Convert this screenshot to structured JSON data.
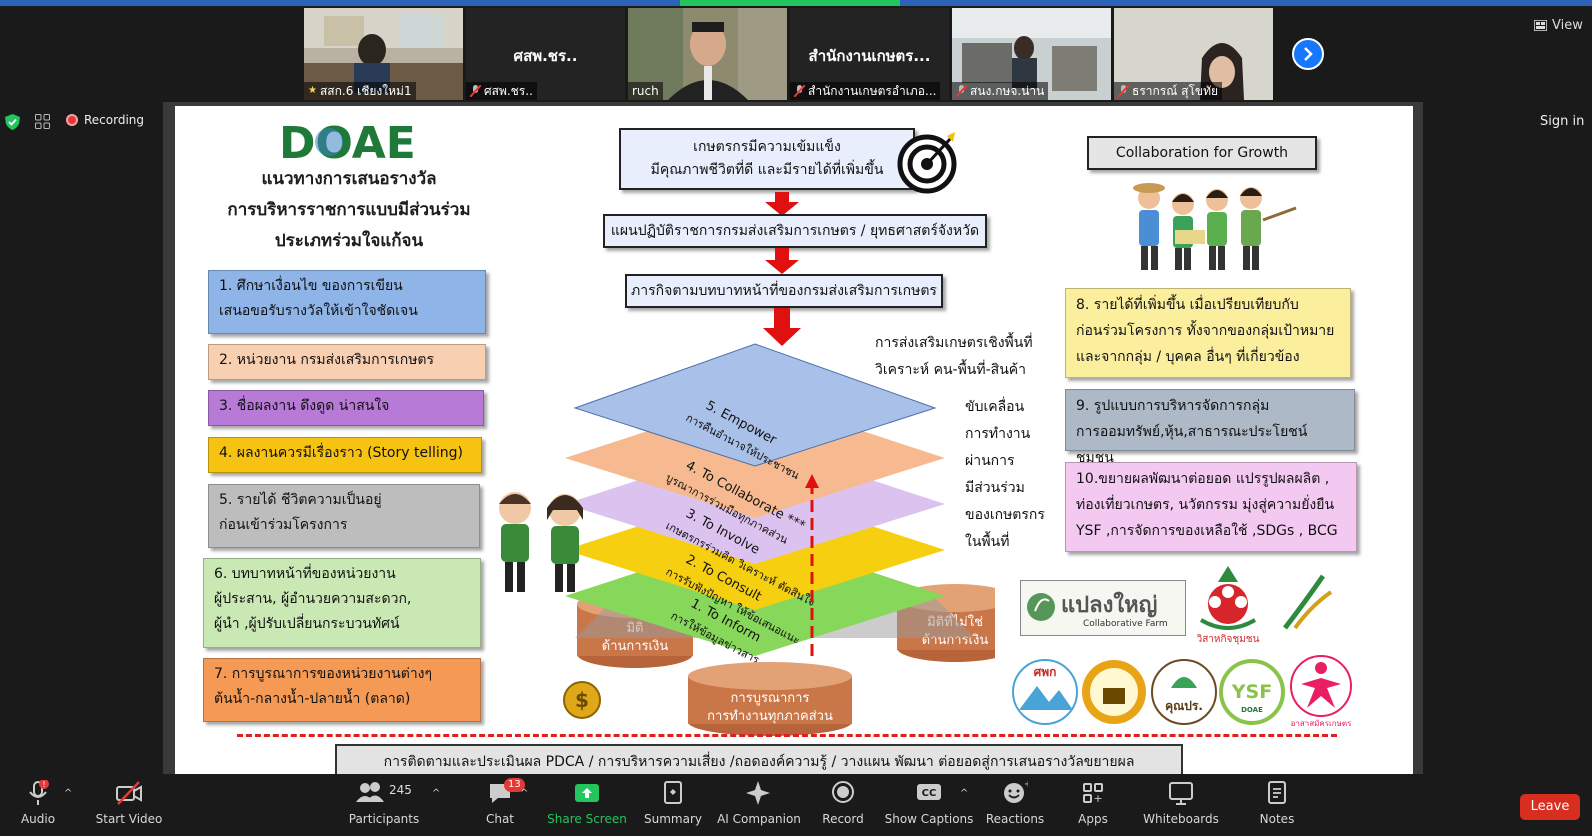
{
  "colors": {
    "accent": "#2d62b9",
    "share_green": "#22c55e",
    "leave_red": "#d92d20",
    "recording_red": "#e53935"
  },
  "participants_strip": [
    {
      "caption": "สสก.6 เชียงใหม่1",
      "video": true,
      "icon": "pin-icon"
    },
    {
      "big_name": "ศสพ.ชร..",
      "caption": "ศสพ.ชร..",
      "video": false,
      "icon": "mic-off-icon"
    },
    {
      "caption": "ruch",
      "video": true,
      "active": true
    },
    {
      "big_name": "สำนักงานเกษตร...",
      "caption": "สำนักงานเกษตรอำเภอ...",
      "video": false,
      "icon": "mic-off-icon"
    },
    {
      "caption": "สนง.กษจ.น่าน",
      "video": true,
      "icon": "mic-off-icon"
    },
    {
      "caption": "ธรากรณ์ สุโขทัย",
      "video": true,
      "icon": "mic-off-icon"
    }
  ],
  "header": {
    "view_label": "View",
    "sign_in_label": "Sign in",
    "recording_label": "Recording"
  },
  "slide": {
    "logo_text": "DOAE",
    "title_lines": [
      "แนวทางการเสนอรางวัล",
      "การบริหารราชการแบบมีส่วนร่วม",
      "ประเภทร่วมใจแก้จน"
    ],
    "left_boxes": [
      {
        "text": "1. ศึกษาเงื่อนไข ของการเขียน\nเสนอขอรับรางวัลให้เข้าใจชัดเจน",
        "color": "#8eb4e8"
      },
      {
        "text": "2. หน่วยงาน กรมส่งเสริมการเกษตร",
        "color": "#f8cfb0"
      },
      {
        "text": "3. ชื่อผลงาน ดึงดูด น่าสนใจ",
        "color": "#b77ad6"
      },
      {
        "text": "4. ผลงานควรมีเรื่องราว (Story telling)",
        "color": "#f6c313"
      },
      {
        "text": "5. รายได้ ชีวิตความเป็นอยู่\nก่อนเข้าร่วมโครงการ",
        "color": "#bdbdbd"
      },
      {
        "text": "6. บทบาทหน้าที่ของหน่วยงาน\nผู้ประสาน, ผู้อำนวยความสะดวก,\nผู้นำ ,ผู้ปรับเปลี่ยนกระบวนทัศน์",
        "color": "#c9e8b4"
      },
      {
        "text": "7. การบูรณาการของหน่วยงานต่างๆ\nต้นน้ำ-กลางน้ำ-ปลายน้ำ (ตลาด)",
        "color": "#f59a55"
      }
    ],
    "center_boxes": [
      "เกษตรกรมีความเข้มแข็ง\nมีคุณภาพชีวิตที่ดี และมีรายได้ที่เพิ่มขึ้น",
      "แผนปฏิบัติราชการกรมส่งเสริมการเกษตร / ยุทธศาสตร์จังหวัด",
      "ภารกิจตามบทบาทหน้าที่ของกรมส่งเสริมการเกษตร"
    ],
    "area_text": "การส่งเสริมเกษตรเชิงพื้นที่\nวิเคราะห์ คน-พื้นที่-สินค้า",
    "drive_text": "ขับเคลื่อน\nการทำงาน\nผ่านการ\nมีส่วนร่วม\nของเกษตรกร\nในพื้นที่",
    "pyramid_layers": [
      {
        "title": "5. Empower",
        "sub": "การคืนอำนาจให้ประชาชน",
        "color": "#a9c1e9"
      },
      {
        "title": "4. To Collaborate ***",
        "sub": "บูรณาการร่วมมือทุกภาคส่วน",
        "color": "#f7b98f"
      },
      {
        "title": "3. To Involve",
        "sub": "เกษตรกรร่วมคิด วิเคราะห์ ตัดสินใจ",
        "color": "#dcc3ef"
      },
      {
        "title": "2. To Consult",
        "sub": "การรับฟังปัญหา ให้ข้อเสนอแนะ",
        "color": "#f6cf10"
      },
      {
        "title": "1. To Inform",
        "sub": "การให้ข้อมูลข่าวสาร",
        "color": "#86d75a"
      }
    ],
    "cylinders": [
      {
        "text": "มิติ\nด้านการเงิน"
      },
      {
        "text": "การบูรณาการ\nการทำงานทุกภาคส่วน"
      },
      {
        "text": "มิติที่ไม่ใช่\nด้านการเงิน"
      }
    ],
    "collab_title": "Collaboration for Growth",
    "right_boxes": [
      {
        "text": "8. รายได้ที่เพิ่มขึ้น เมื่อเปรียบเทียบกับ\nก่อนร่วมโครงการ ทั้งจากของกลุ่มเป้าหมาย\nและจากกลุ่ม / บุคคล อื่นๆ ที่เกี่ยวข้อง",
        "color": "#fbef9e"
      },
      {
        "text": "9. รูปแบบการบริหารจัดการกลุ่ม\nการออมทรัพย์,หุ้น,สาธารณะประโยชน์ชุมชน",
        "color": "#aeb9c8"
      },
      {
        "text": "10.ขยายผลพัฒนาต่อยอด แปรรูปผลผลิต ,\nท่องเที่ยวเกษตร, นวัตกรรม มุ่งสู่ความยั่งยืน\nYSF ,การจัดการของเหลือใช้ ,SDGs , BCG",
        "color": "#f3c9f2"
      }
    ],
    "logos": {
      "plaeng_yai": "แปลงใหญ่",
      "plaeng_yai_sub": "Collaborative Farm",
      "wisahakit": "วิสาหกิจชุมชน",
      "spk": "ศพก",
      "khunchor": "คุณปร.",
      "ysf": "YSF",
      "doae_small": "DOAE",
      "volunteer": "อาสาสมัครเกษตร"
    },
    "bottom_text": "การติดตามและประเมินผล PDCA / การบริหารความเสี่ยง /ถอดองค์ความรู้ / วางแผน พัฒนา ต่อยอดสู่การเสนอรางวัลขยายผล"
  },
  "toolbar": {
    "audio": "Audio",
    "start_video": "Start Video",
    "participants": "Participants",
    "participants_count": "245",
    "chat": "Chat",
    "chat_badge": "13",
    "share_screen": "Share Screen",
    "summary": "Summary",
    "ai_companion": "AI Companion",
    "record": "Record",
    "show_captions": "Show Captions",
    "reactions": "Reactions",
    "apps": "Apps",
    "whiteboards": "Whiteboards",
    "notes": "Notes",
    "leave": "Leave"
  }
}
